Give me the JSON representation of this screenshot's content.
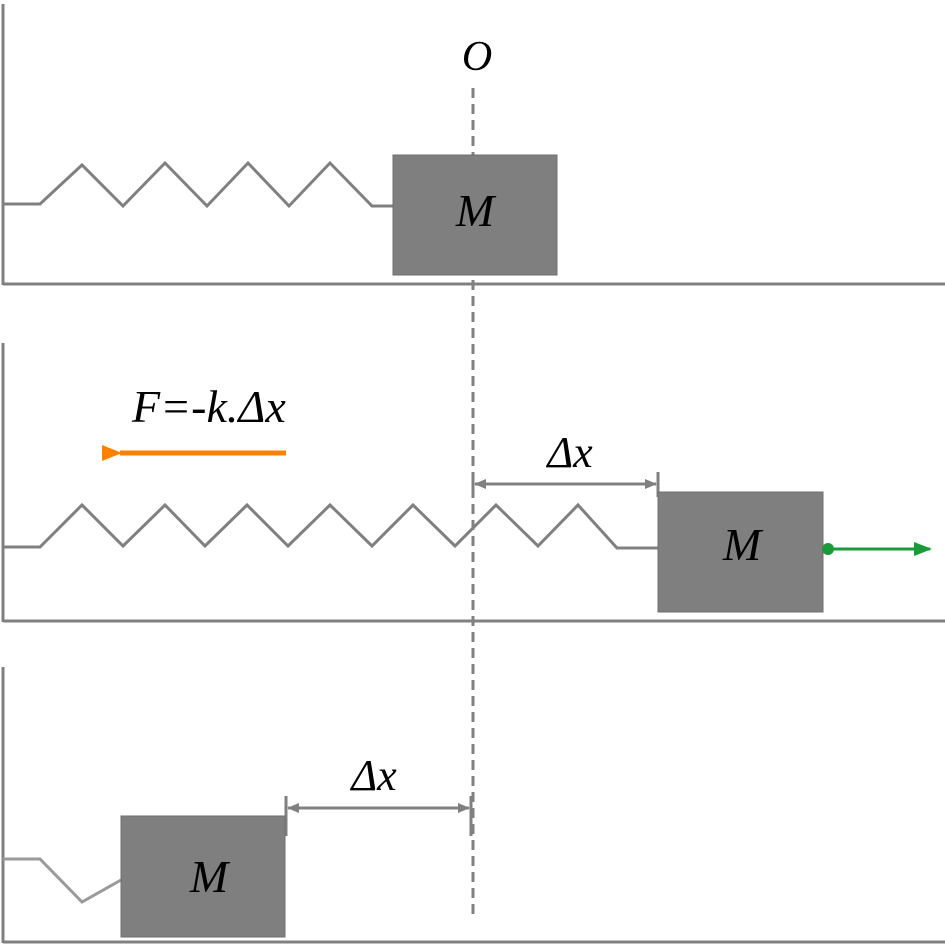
{
  "origin_label": "O",
  "mass_label": "M",
  "force_label": "F=-k.Δx",
  "displacement_label": "Δx",
  "panels": [
    {
      "state": "equilibrium",
      "mass_label": "M"
    },
    {
      "state": "stretched",
      "mass_label": "M",
      "force_label": "F=-k.Δx",
      "displacement_label": "Δx"
    },
    {
      "state": "compressed",
      "mass_label": "M",
      "displacement_label": "Δx"
    }
  ],
  "colors": {
    "structure": "#808080",
    "mass_fill": "#7f7f7f",
    "force_arrow": "#ff8000",
    "velocity_arrow": "#1a9a3a"
  }
}
